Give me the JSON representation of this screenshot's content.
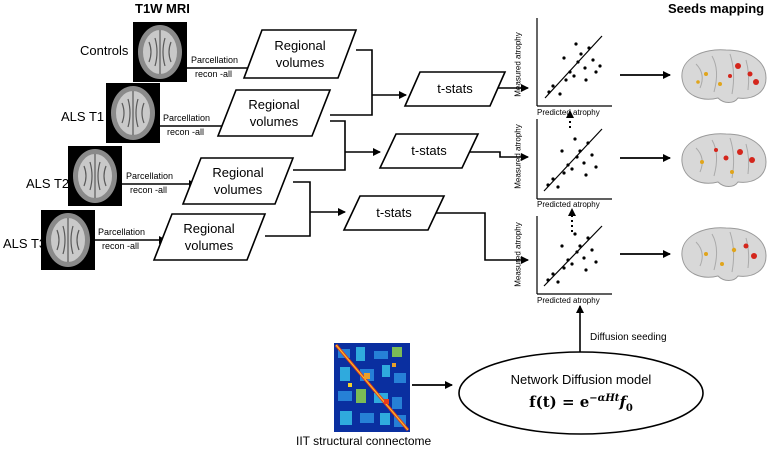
{
  "header": {
    "mri_title": "T1W MRI",
    "seeds_title": "Seeds  mapping"
  },
  "groups": [
    {
      "label": "Controls",
      "proc1": "Parcellation",
      "proc2": "recon -all",
      "volume": "Regional volumes"
    },
    {
      "label": "ALS T1",
      "proc1": "Parcellation",
      "proc2": "recon -all",
      "volume": "Regional volumes"
    },
    {
      "label": "ALS T2",
      "proc1": "Parcellation",
      "proc2": "recon -all",
      "volume": "Regional volumes"
    },
    {
      "label": "ALS T3",
      "proc1": "Parcellation",
      "proc2": "recon -all",
      "volume": "Regional volumes"
    }
  ],
  "stats": [
    {
      "label": "t-stats"
    },
    {
      "label": "t-stats"
    },
    {
      "label": "t-stats"
    }
  ],
  "plots": [
    {
      "ylabel": "Measured atrophy",
      "xlabel": "Predicted atrophy"
    },
    {
      "ylabel": "Measured atrophy",
      "xlabel": "Predicted atrophy"
    },
    {
      "ylabel": "Measured atrophy",
      "xlabel": "Predicted atrophy"
    }
  ],
  "model": {
    "title": "Network Diffusion model",
    "equation_lhs": "f(t) = e",
    "equation_exp": "−αHt",
    "equation_rhs": "f",
    "equation_sub": "0"
  },
  "diffusion_label": "Diffusion seeding",
  "connectome_label": "IIT structural connectome"
}
